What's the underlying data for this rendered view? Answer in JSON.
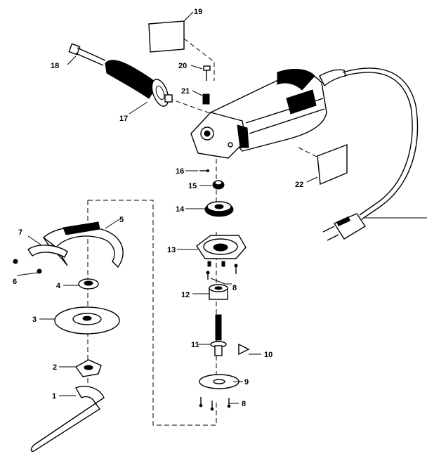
{
  "diagram": {
    "labels": {
      "p1": "1",
      "p2": "2",
      "p3": "3",
      "p4": "4",
      "p5": "5",
      "p6": "6",
      "p7": "7",
      "p8a": "8",
      "p8b": "8",
      "p9": "9",
      "p10": "10",
      "p11": "11",
      "p12": "12",
      "p13": "13",
      "p14": "14",
      "p15": "15",
      "p16": "16",
      "p17": "17",
      "p18": "18",
      "p19": "19",
      "p20": "20",
      "p21": "21",
      "p22": "22"
    }
  }
}
